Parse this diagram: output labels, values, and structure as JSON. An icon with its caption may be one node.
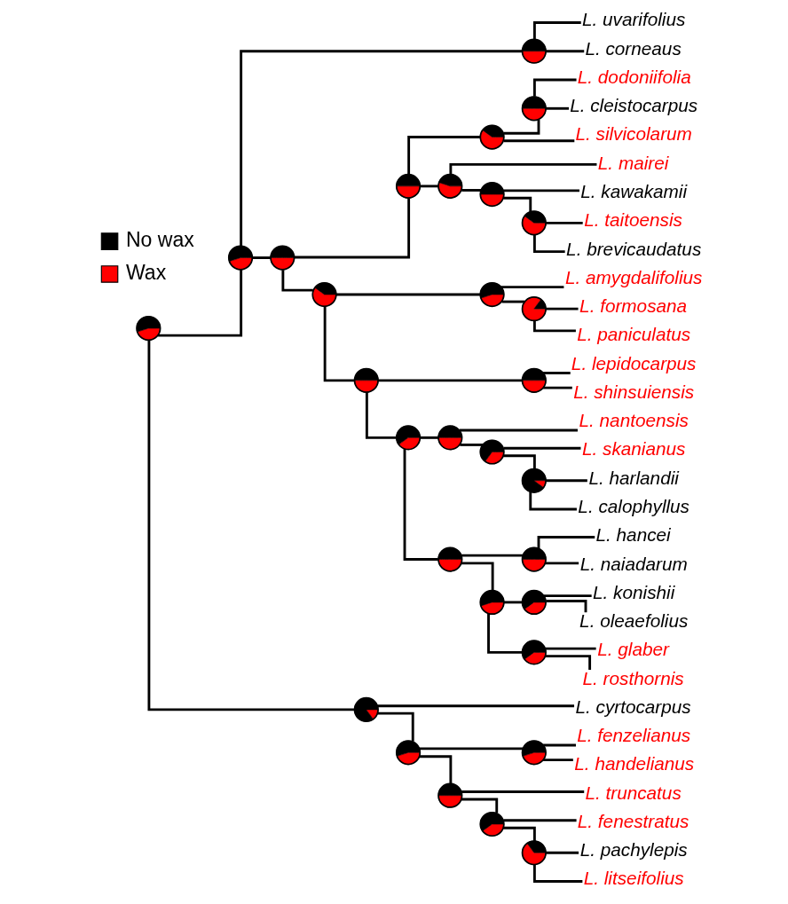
{
  "diagram": {
    "nodes": [
      {
        "text": [],
        "shape": "circle"
      },
      {
        "text": [],
        "shape": "circle"
      },
      {
        "text": [],
        "shape": "circle"
      },
      {
        "text": [
          "L. uvarifolius"
        ]
      },
      {
        "text": [
          "L. corneaus"
        ]
      },
      {
        "text": [],
        "shape": "circle"
      },
      {
        "text": [],
        "shape": "circle"
      },
      {
        "text": [],
        "shape": "circle"
      },
      {
        "text": [],
        "shape": "circle"
      },
      {
        "text": [
          "L. dodoniifolia"
        ]
      },
      {
        "text": [
          "L. cleistocarpus"
        ]
      },
      {
        "text": [
          "L. silvicolarum"
        ]
      },
      {
        "text": [],
        "shape": "circle"
      },
      {
        "text": [
          "L. mairei"
        ]
      },
      {
        "text": [],
        "shape": "circle"
      },
      {
        "text": [
          "L. kawakamii"
        ]
      },
      {
        "text": [],
        "shape": "circle"
      },
      {
        "text": [
          "L. taitoensis"
        ]
      },
      {
        "text": [
          "L. brevicaudatus"
        ]
      },
      {
        "text": [],
        "shape": "circle"
      },
      {
        "text": [],
        "shape": "circle"
      },
      {
        "text": [
          "L. amygdalifolius"
        ]
      },
      {
        "text": [],
        "shape": "circle"
      },
      {
        "text": [
          "L. formosana"
        ]
      },
      {
        "text": [
          "L. paniculatus"
        ]
      },
      {
        "text": [],
        "shape": "circle"
      },
      {
        "text": [],
        "shape": "circle"
      },
      {
        "text": [
          "L. lepidocarpus"
        ]
      },
      {
        "text": [
          "L. shinsuiensis"
        ]
      },
      {
        "text": [],
        "shape": "circle"
      },
      {
        "text": [],
        "shape": "circle"
      },
      {
        "text": [
          "L. nantoensis"
        ]
      },
      {
        "text": [],
        "shape": "circle"
      },
      {
        "text": [
          "L. skanianus"
        ]
      },
      {
        "text": [],
        "shape": "circle"
      },
      {
        "text": [
          "L. harlandii"
        ]
      },
      {
        "text": [
          "L. calophyllus"
        ]
      },
      {
        "text": [],
        "shape": "circle"
      },
      {
        "text": [],
        "shape": "circle"
      },
      {
        "text": [
          "L. hancei"
        ]
      },
      {
        "text": [
          "L. naiadarum"
        ]
      },
      {
        "text": [],
        "shape": "circle"
      },
      {
        "text": [],
        "shape": "circle"
      },
      {
        "text": [
          "L. konishii"
        ]
      },
      {
        "text": [
          "L. oleaefolius"
        ]
      },
      {
        "text": [],
        "shape": "circle"
      },
      {
        "text": [
          "L. glaber"
        ]
      },
      {
        "text": [
          "L. rosthornis"
        ]
      },
      {
        "text": [],
        "shape": "circle"
      },
      {
        "text": [
          "L. cyrtocarpus"
        ]
      },
      {
        "text": [],
        "shape": "circle"
      },
      {
        "text": [],
        "shape": "circle"
      },
      {
        "text": [
          "L. fenzelianus"
        ]
      },
      {
        "text": [
          "L. handelianus"
        ]
      },
      {
        "text": [],
        "shape": "circle"
      },
      {
        "text": [
          "L. truncatus"
        ]
      },
      {
        "text": [],
        "shape": "circle"
      },
      {
        "text": [
          "L. fenestratus"
        ]
      },
      {
        "text": [],
        "shape": "circle"
      },
      {
        "text": [
          "L. pachylepis"
        ]
      },
      {
        "text": [
          "L. litseifolius"
        ]
      }
    ],
    "edges": [
      {
        "from": 0,
        "to": 1,
        "arrow": "none"
      },
      {
        "from": 1,
        "to": 2,
        "arrow": "none"
      },
      {
        "from": 2,
        "to": 3,
        "arrow": "none"
      },
      {
        "from": 2,
        "to": 4,
        "arrow": "none"
      },
      {
        "from": 1,
        "to": 5,
        "arrow": "none"
      },
      {
        "from": 5,
        "to": 6,
        "arrow": "none"
      },
      {
        "from": 6,
        "to": 7,
        "arrow": "none"
      },
      {
        "from": 7,
        "to": 8,
        "arrow": "none"
      },
      {
        "from": 8,
        "to": 9,
        "arrow": "none"
      },
      {
        "from": 8,
        "to": 10,
        "arrow": "none"
      },
      {
        "from": 7,
        "to": 11,
        "arrow": "none"
      },
      {
        "from": 6,
        "to": 12,
        "arrow": "none"
      },
      {
        "from": 12,
        "to": 13,
        "arrow": "none"
      },
      {
        "from": 12,
        "to": 14,
        "arrow": "none"
      },
      {
        "from": 14,
        "to": 15,
        "arrow": "none"
      },
      {
        "from": 14,
        "to": 16,
        "arrow": "none"
      },
      {
        "from": 16,
        "to": 17,
        "arrow": "none"
      },
      {
        "from": 16,
        "to": 18,
        "arrow": "none"
      },
      {
        "from": 5,
        "to": 19,
        "arrow": "none"
      },
      {
        "from": 19,
        "to": 20,
        "arrow": "none"
      },
      {
        "from": 20,
        "to": 21,
        "arrow": "none"
      },
      {
        "from": 20,
        "to": 22,
        "arrow": "none"
      },
      {
        "from": 22,
        "to": 23,
        "arrow": "none"
      },
      {
        "from": 22,
        "to": 24,
        "arrow": "none"
      },
      {
        "from": 19,
        "to": 25,
        "arrow": "none"
      },
      {
        "from": 25,
        "to": 26,
        "arrow": "none"
      },
      {
        "from": 26,
        "to": 27,
        "arrow": "none"
      },
      {
        "from": 26,
        "to": 28,
        "arrow": "none"
      },
      {
        "from": 25,
        "to": 29,
        "arrow": "none"
      },
      {
        "from": 29,
        "to": 30,
        "arrow": "none"
      },
      {
        "from": 30,
        "to": 31,
        "arrow": "none"
      },
      {
        "from": 30,
        "to": 32,
        "arrow": "none"
      },
      {
        "from": 32,
        "to": 33,
        "arrow": "none"
      },
      {
        "from": 32,
        "to": 34,
        "arrow": "none"
      },
      {
        "from": 34,
        "to": 35,
        "arrow": "none"
      },
      {
        "from": 34,
        "to": 36,
        "arrow": "none"
      },
      {
        "from": 29,
        "to": 37,
        "arrow": "none"
      },
      {
        "from": 37,
        "to": 38,
        "arrow": "none"
      },
      {
        "from": 38,
        "to": 39,
        "arrow": "none"
      },
      {
        "from": 38,
        "to": 40,
        "arrow": "none"
      },
      {
        "from": 37,
        "to": 41,
        "arrow": "none"
      },
      {
        "from": 41,
        "to": 42,
        "arrow": "none"
      },
      {
        "from": 42,
        "to": 43,
        "arrow": "none"
      },
      {
        "from": 42,
        "to": 44,
        "arrow": "none"
      },
      {
        "from": 41,
        "to": 45,
        "arrow": "none"
      },
      {
        "from": 45,
        "to": 46,
        "arrow": "none"
      },
      {
        "from": 45,
        "to": 47,
        "arrow": "none"
      },
      {
        "from": 0,
        "to": 48,
        "arrow": "none"
      },
      {
        "from": 48,
        "to": 49,
        "arrow": "none"
      },
      {
        "from": 48,
        "to": 50,
        "arrow": "none"
      },
      {
        "from": 50,
        "to": 51,
        "arrow": "none"
      },
      {
        "from": 51,
        "to": 52,
        "arrow": "none"
      },
      {
        "from": 51,
        "to": 53,
        "arrow": "none"
      },
      {
        "from": 50,
        "to": 54,
        "arrow": "none"
      },
      {
        "from": 54,
        "to": 55,
        "arrow": "none"
      },
      {
        "from": 54,
        "to": 56,
        "arrow": "none"
      },
      {
        "from": 56,
        "to": 57,
        "arrow": "none"
      },
      {
        "from": 56,
        "to": 58,
        "arrow": "none"
      },
      {
        "from": 58,
        "to": 59,
        "arrow": "none"
      },
      {
        "from": 58,
        "to": 60,
        "arrow": "none"
      }
    ],
    "legend": [
      {
        "text": "No wax",
        "color": "#000000"
      },
      {
        "text": "Wax",
        "color": "#ff0000"
      }
    ]
  }
}
